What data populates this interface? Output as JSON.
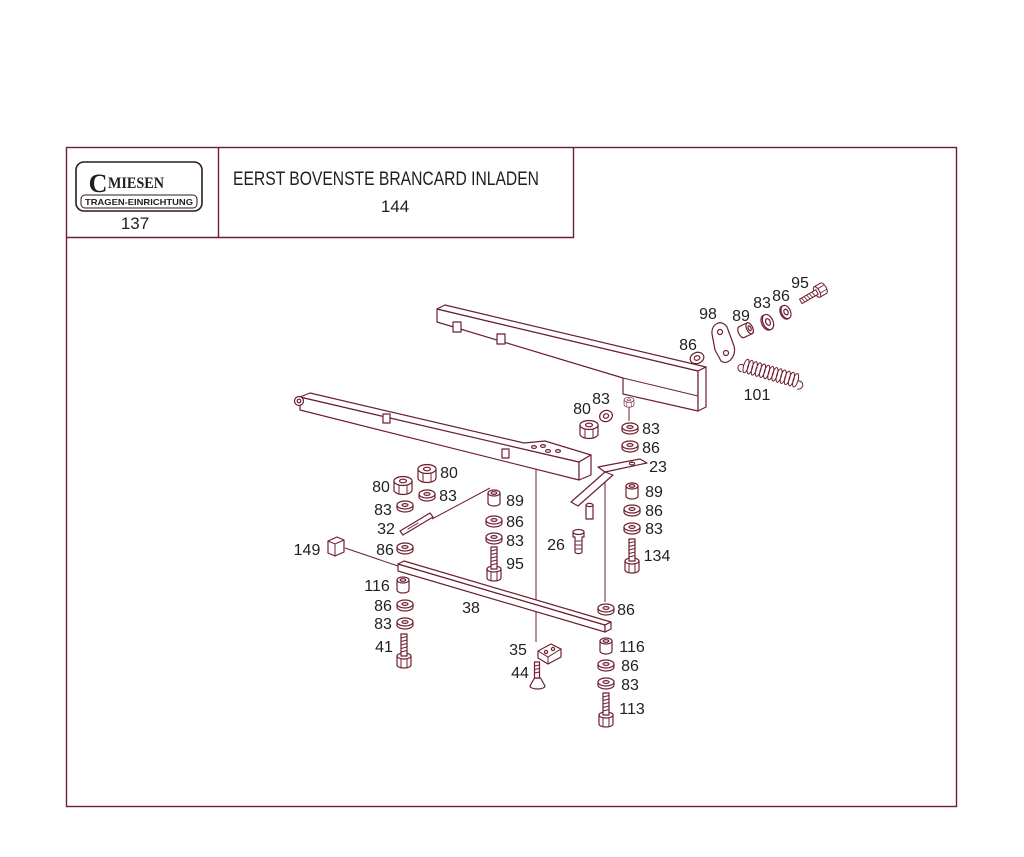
{
  "header": {
    "logo": {
      "initial": "C",
      "brand": "MIESEN",
      "tagline": "TRAGEN-EINRICHTUNG"
    },
    "logo_number": "137",
    "title": "EERST BOVENSTE BRANCARD INLADEN",
    "page_number": "144"
  },
  "callouts": [
    "95",
    "86",
    "83",
    "89",
    "98",
    "86",
    "101",
    "80",
    "83",
    "83",
    "86",
    "23",
    "80",
    "80",
    "83",
    "89",
    "89",
    "83",
    "86",
    "86",
    "32",
    "83",
    "83",
    "26",
    "149",
    "86",
    "134",
    "95",
    "116",
    "38",
    "86",
    "86",
    "83",
    "116",
    "41",
    "35",
    "86",
    "44",
    "83",
    "113"
  ],
  "colors": {
    "line": "#6d1f31",
    "text": "#1f1f1f",
    "background": "#ffffff"
  }
}
